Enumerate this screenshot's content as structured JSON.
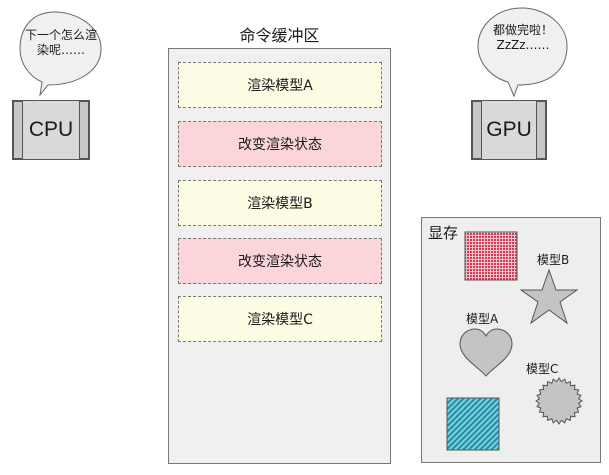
{
  "cpu": {
    "label": "CPU",
    "bubble": [
      "下一个怎么渲",
      "染呢……"
    ]
  },
  "gpu": {
    "label": "GPU",
    "bubble": [
      "都做完啦！",
      "ZzZz……"
    ]
  },
  "command_buffer": {
    "title": "命令缓冲区",
    "commands": [
      {
        "label": "渲染模型A",
        "kind": "render"
      },
      {
        "label": "改变渲染状态",
        "kind": "state"
      },
      {
        "label": "渲染模型B",
        "kind": "render"
      },
      {
        "label": "改变渲染状态",
        "kind": "state"
      },
      {
        "label": "渲染模型C",
        "kind": "render"
      }
    ]
  },
  "vram": {
    "title": "显存",
    "labels": {
      "model_a": "模型A",
      "model_b": "模型B",
      "model_c": "模型C"
    }
  },
  "colors": {
    "render_fill": "#fdfde6",
    "state_fill": "#fbd5d9",
    "texture_red": "#d23a55",
    "texture_teal": "#2a9bb0",
    "shape_gray": "#c4c4c4"
  }
}
